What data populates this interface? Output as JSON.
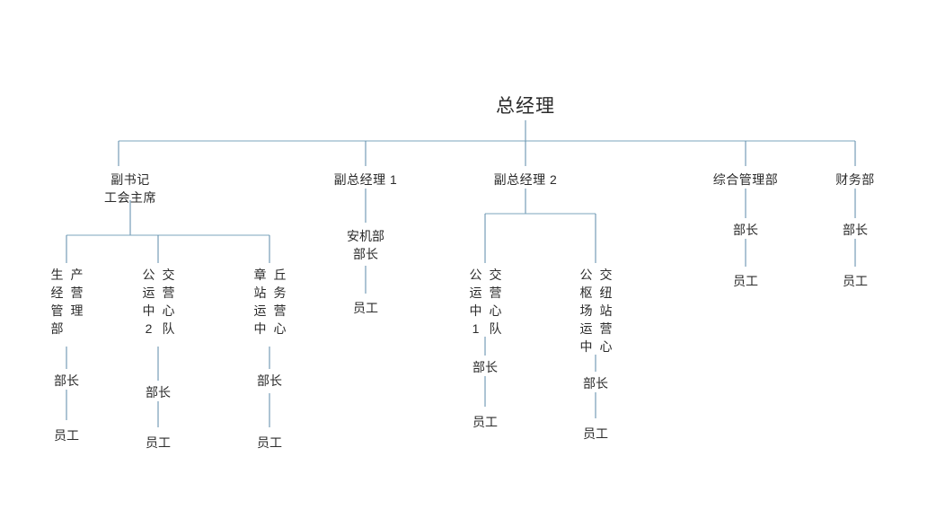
{
  "chart_data": {
    "type": "diagram",
    "diagram_kind": "org-chart",
    "title": "总经理",
    "orientation": "top-down",
    "line_color": "#5b8aa8",
    "text_color": "#2b2b2b",
    "background": "#ffffff"
  },
  "colors": {
    "connector": "#5b8aa8",
    "connector_light": "#8fb3c7",
    "text": "#2b2b2b",
    "background": "#ffffff"
  },
  "root": {
    "label": "总经理"
  },
  "level2": [
    {
      "id": "deputy-secretary",
      "line1": "副书记",
      "line2": "工会主席"
    },
    {
      "id": "deputy-gm-1",
      "line1": "副总经理 1",
      "line2": ""
    },
    {
      "id": "deputy-gm-2",
      "line1": "副总经理 2",
      "line2": ""
    },
    {
      "id": "general-admin-dept",
      "line1": "综合管理部",
      "line2": ""
    },
    {
      "id": "finance-dept",
      "line1": "财务部",
      "line2": ""
    }
  ],
  "units": [
    {
      "id": "production-operation-management-dept",
      "full_name": "生产经营管理部",
      "col_right": [
        "生",
        "经",
        "管",
        "部"
      ],
      "col_left": [
        "产",
        "营",
        "理"
      ],
      "director": "部长",
      "staff": "员工"
    },
    {
      "id": "bus-operation-center-team-2",
      "full_name": "公交运营中心2队",
      "col_right": [
        "公",
        "运",
        "中",
        "2"
      ],
      "col_left": [
        "交",
        "营",
        "心",
        "队"
      ],
      "director": "部长",
      "staff": "员工"
    },
    {
      "id": "zhangqiu-station-operation-center",
      "full_name": "章丘站务运营中心",
      "col_right": [
        "章",
        "站",
        "运",
        "中"
      ],
      "col_left": [
        "丘",
        "务",
        "营",
        "心"
      ],
      "director": "部长",
      "staff": "员工"
    },
    {
      "id": "safety-machinery-dept",
      "full_name": "安机部",
      "col_right": [],
      "col_left": [],
      "director": "部长",
      "staff": "员工"
    },
    {
      "id": "bus-operation-center-team-1",
      "full_name": "公交运营中心1队",
      "col_right": [
        "公",
        "运",
        "中",
        "1"
      ],
      "col_left": [
        "交",
        "营",
        "心",
        "队"
      ],
      "director": "部长",
      "staff": "员工"
    },
    {
      "id": "bus-hub-station-operation-center",
      "full_name": "公交枢纽站场运营中心",
      "col_right": [
        "公",
        "枢",
        "场",
        "运",
        "中"
      ],
      "col_left": [
        "交",
        "纽",
        "站",
        "营",
        "心"
      ],
      "director": "部长",
      "staff": "员工"
    }
  ],
  "nodes": {
    "safety_dept_label": "安机部",
    "general_admin_director": "部长",
    "general_admin_staff": "员工",
    "finance_director": "部长",
    "finance_staff": "员工"
  },
  "labels": {
    "director": "部长",
    "staff": "员工"
  }
}
